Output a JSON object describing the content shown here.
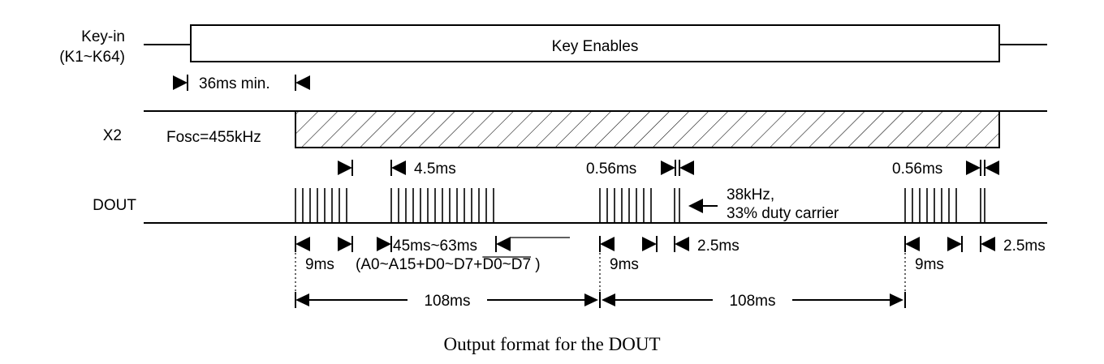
{
  "signals": {
    "key_in_line1": "Key-in",
    "key_in_line2": "(K1~K64)",
    "x2": "X2",
    "dout": "DOUT"
  },
  "key_in_box": "Key Enables",
  "fosc": "Fosc=455kHz",
  "timings": {
    "min_delay": "36ms min.",
    "t_4_5": "4.5ms",
    "t_056_a": "0.56ms",
    "t_056_b": "0.56ms",
    "carrier_line1": "38kHz,",
    "carrier_line2": "33% duty carrier",
    "t_9_a": "9ms",
    "t_45_63": "45ms~63ms",
    "data_bits_prefix": "(A0~A15+D0~D7+",
    "data_bits_overline": "D0~D7",
    "data_bits_suffix": " )",
    "t_9_b": "9ms",
    "t_2_5_a": "2.5ms",
    "t_9_c": "9ms",
    "t_2_5_b": "2.5ms",
    "t_108_a": "108ms",
    "t_108_b": "108ms"
  },
  "caption": "Output format for the DOUT"
}
